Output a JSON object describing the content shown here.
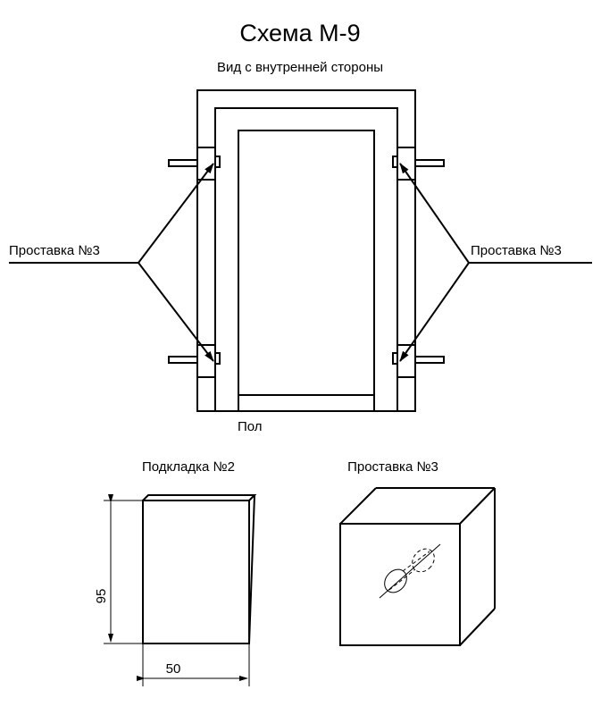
{
  "title": "Схема М-9",
  "subtitle": "Вид с внутренней стороны",
  "labels": {
    "spacer_left": "Проставка №3",
    "spacer_right": "Проставка №3",
    "floor": "Пол"
  },
  "details": {
    "pad_title": "Подкладка №2",
    "pad_height": "95",
    "pad_width": "50",
    "spacer_title": "Проставка №3"
  }
}
